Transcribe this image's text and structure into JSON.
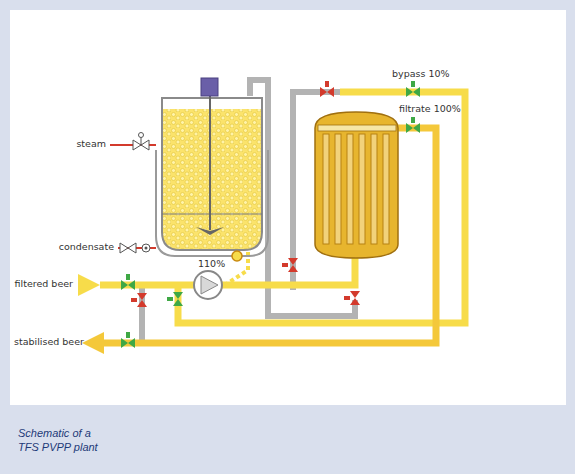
{
  "diagram": {
    "caption": "Schematic of a TFS PVPP plant",
    "labels": [
      "steam",
      "condensate",
      "filtered beer",
      "110%",
      "bypass 10%",
      "filtrate 100%",
      "stabilised beer"
    ]
  }
}
